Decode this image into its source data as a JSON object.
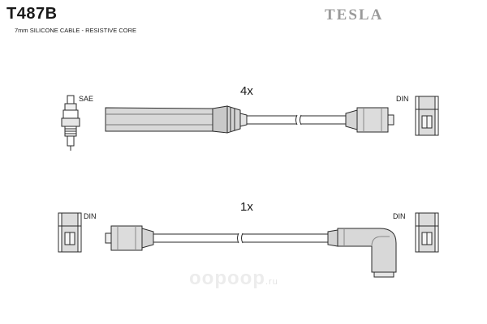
{
  "header": {
    "part_number": "T487B",
    "subtitle": "7mm SILICONE CABLE - RESISTIVE CORE",
    "brand": "TESLA"
  },
  "leads": [
    {
      "quantity": "4x",
      "end_a": "SAE",
      "end_b": "DIN"
    },
    {
      "quantity": "1x",
      "end_a": "DIN",
      "end_b": "DIN"
    }
  ],
  "watermark": {
    "name": "oopoop",
    "tld": ".ru"
  }
}
